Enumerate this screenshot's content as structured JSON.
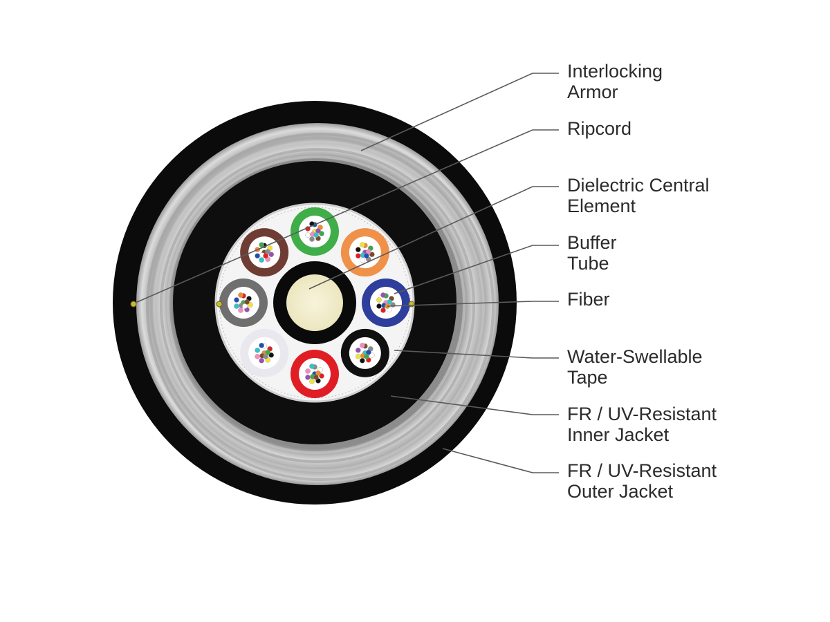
{
  "diagram": {
    "callouts": [
      {
        "id": "interlocking-armor",
        "lines": [
          "Interlocking",
          "Armor"
        ]
      },
      {
        "id": "ripcord",
        "lines": [
          "Ripcord"
        ]
      },
      {
        "id": "dielectric-central-element",
        "lines": [
          "Dielectric Central",
          "Element"
        ]
      },
      {
        "id": "buffer-tube",
        "lines": [
          "Buffer",
          "Tube"
        ]
      },
      {
        "id": "fiber",
        "lines": [
          "Fiber"
        ]
      },
      {
        "id": "water-swellable-tape",
        "lines": [
          "Water-Swellable",
          "Tape"
        ]
      },
      {
        "id": "inner-jacket",
        "lines": [
          "FR / UV-Resistant",
          "Inner Jacket"
        ]
      },
      {
        "id": "outer-jacket",
        "lines": [
          "FR / UV-Resistant",
          "Outer Jacket"
        ]
      }
    ],
    "colors": {
      "outer_jacket": "#0b0b0b",
      "armor": "#b9b9b9",
      "inner_jacket": "#0e0e0e",
      "tape": "#f4f4f4",
      "central_element": "#f3efcf",
      "leader_line": "#5a5a5a",
      "label_text": "#2b2b2b"
    },
    "buffer_tubes": [
      {
        "name": "green",
        "color": "#3fae49"
      },
      {
        "name": "orange",
        "color": "#f0914a"
      },
      {
        "name": "blue",
        "color": "#2e3e9c"
      },
      {
        "name": "black",
        "color": "#101010"
      },
      {
        "name": "red",
        "color": "#e01d25"
      },
      {
        "name": "white",
        "color": "#e8e8ee"
      },
      {
        "name": "slate",
        "color": "#6f6f70"
      },
      {
        "name": "brown",
        "color": "#6e3c33"
      }
    ],
    "fiber_colors": [
      "#1f4fb5",
      "#f08a2b",
      "#3aa94a",
      "#7b4a2a",
      "#8a8a8a",
      "#ffffff",
      "#e02020",
      "#111111",
      "#f2e33a",
      "#9b4fb0",
      "#f28cc0",
      "#32c3c8"
    ]
  }
}
